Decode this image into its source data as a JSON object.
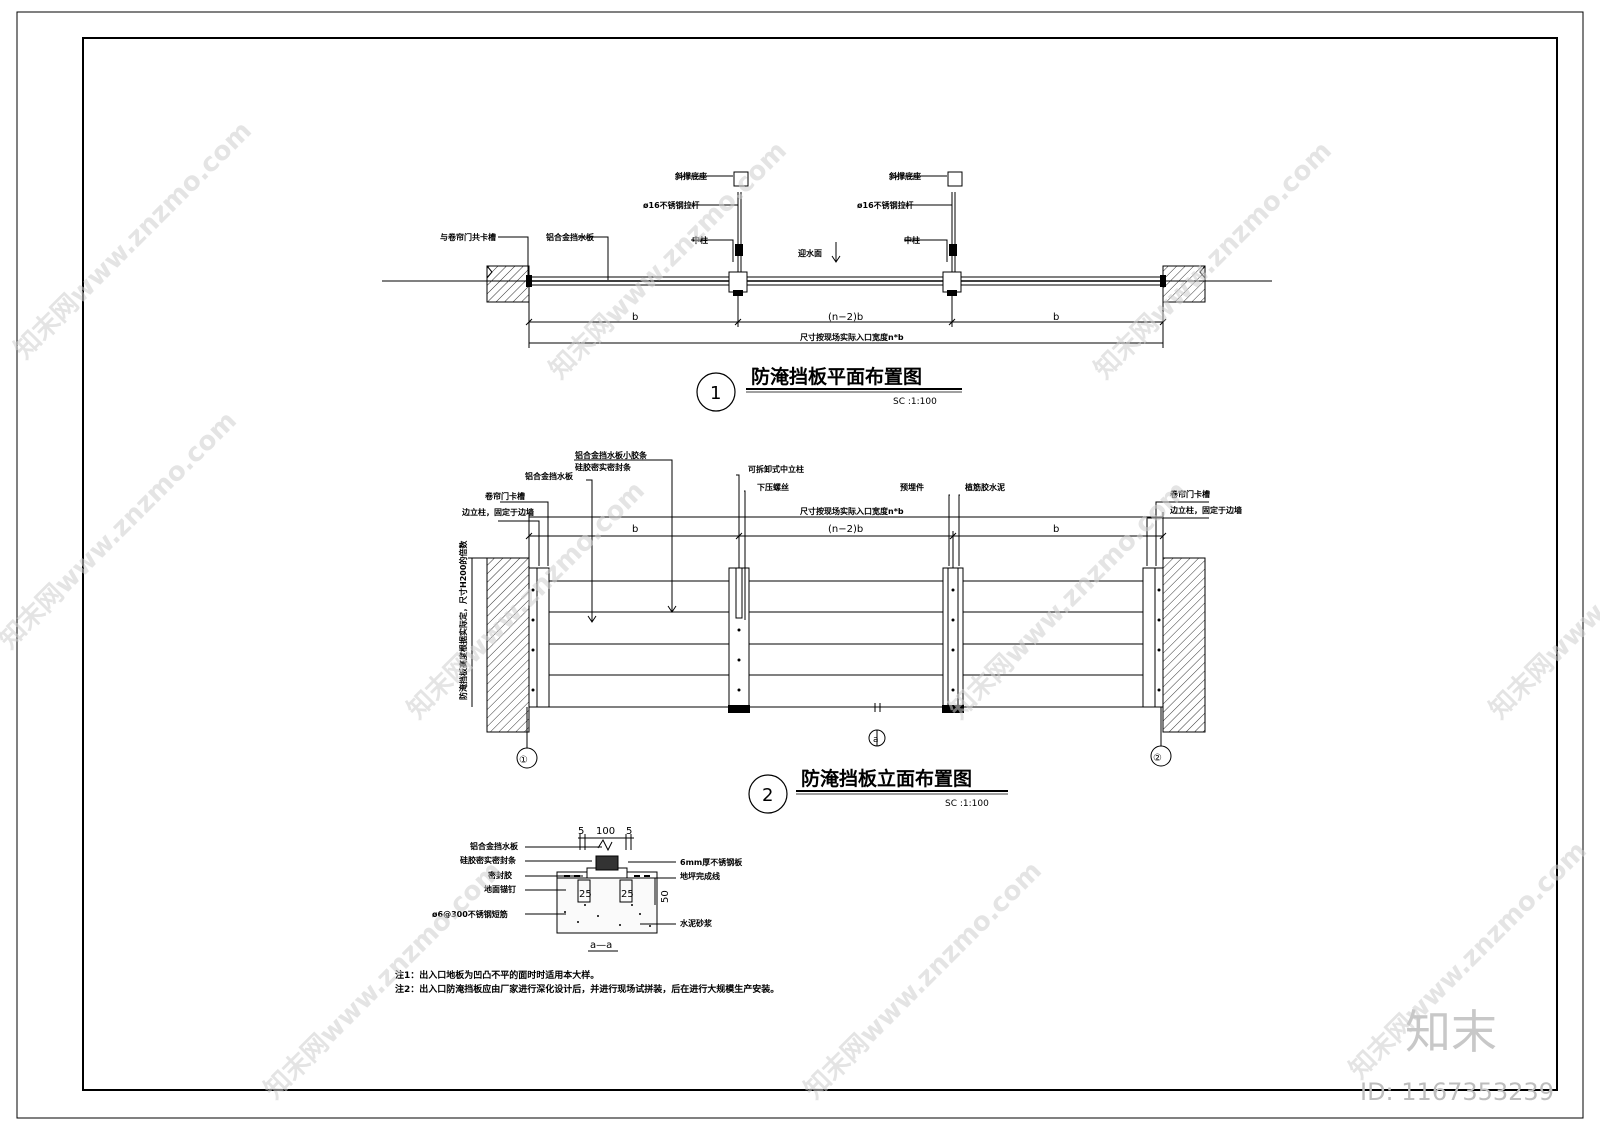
{
  "plan": {
    "labels": {
      "left_door_groove": "与卷帘门共卡槽",
      "alu_board": "铝合金挡水板",
      "mid_post_1": "中柱",
      "anchor_1": "斜撑底座",
      "rod_1": "ø16不锈钢拉杆",
      "water_dir": "迎水面",
      "mid_post_2": "中柱",
      "anchor_2": "斜撑底座",
      "rod_2": "ø16不锈钢拉杆"
    },
    "dims": {
      "b_left": "b",
      "mid": "(n−2)b",
      "b_right": "b",
      "total": "尺寸按现场实际入口宽度n*b"
    },
    "title": "防淹挡板平面布置图",
    "number": "1",
    "scale": "SC :1:100"
  },
  "elevation": {
    "labels": {
      "alu_small_strip": "铝合金挡水板小胶条",
      "silicone_strip": "硅胶密实密封条",
      "alu_board": "铝合金挡水板",
      "door_groove_left": "卷帘门卡槽",
      "side_post_left": "边立柱，固定于边墙",
      "removable_post": "可拆卸式中立柱",
      "press_screw": "下压螺丝",
      "embed": "预埋件",
      "epoxy": "植筋胶水泥",
      "door_groove_right": "卷帘门卡槽",
      "side_post_right": "边立柱，固定于边墙",
      "height_note": "防淹挡板高度根据实际定，尺寸H200的倍数"
    },
    "dims": {
      "total": "尺寸按现场实际入口宽度n*b",
      "b_left": "b",
      "mid": "(n−2)b",
      "b_right": "b"
    },
    "section_mark": "a",
    "axis_left": "①",
    "axis_right": "②",
    "title": "防淹挡板立面布置图",
    "number": "2",
    "scale": "SC :1:100"
  },
  "section": {
    "labels": {
      "alu_board": "铝合金挡水板",
      "silicone_strip": "硅胶密实密封条",
      "sealant": "密封胶",
      "anchor": "地面锚钉",
      "rebar": "ø6@300不锈钢短筋",
      "steel_plate": "6mm厚不锈钢板",
      "floor_line": "地坪完成线",
      "mortar": "水泥砂浆"
    },
    "dims": {
      "d5a": "5",
      "d100": "100",
      "d5b": "5",
      "d25a": "25",
      "d25b": "25",
      "d50": "50"
    },
    "caption": "a—a"
  },
  "notes": [
    "注1：出入口地板为凹凸不平的面时时适用本大样。",
    "注2：出入口防淹挡板应由厂家进行深化设计后，并进行现场试拼装，后在进行大规模生产安装。"
  ],
  "watermarks": [
    "知末网www.znzmo.com"
  ],
  "logo": "知末",
  "id_text": "ID: 1167353239"
}
